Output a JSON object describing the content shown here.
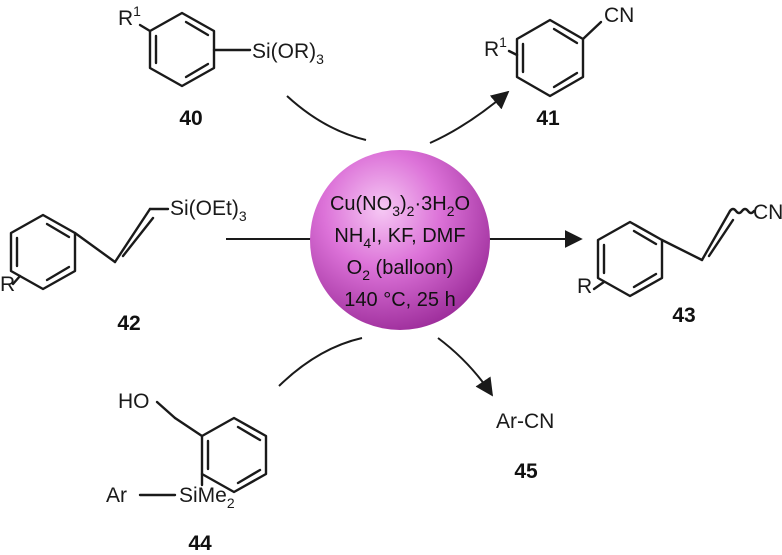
{
  "compounds": {
    "c40": {
      "number": "40",
      "r_group": "R",
      "r_sup": "1",
      "si_group": "Si(OR)",
      "si_sub": "3"
    },
    "c41": {
      "number": "41",
      "r_group": "R",
      "r_sup": "1",
      "cn_group": "CN"
    },
    "c42": {
      "number": "42",
      "r_group": "R",
      "si_group": "Si(OEt)",
      "si_sub": "3"
    },
    "c43": {
      "number": "43",
      "r_group": "R",
      "cn_group": "CN"
    },
    "c44": {
      "number": "44",
      "oh_group": "HO",
      "aryl": "Ar",
      "si_group": "SiMe",
      "si_sub": "2"
    },
    "c45": {
      "number": "45",
      "product": "Ar-CN"
    }
  },
  "conditions": {
    "line1_a": "Cu(NO",
    "line1_sub1": "3",
    "line1_b": ")",
    "line1_sub2": "2",
    "line1_c": "·3H",
    "line1_sub3": "2",
    "line1_d": "O",
    "line2_a": "NH",
    "line2_sub": "4",
    "line2_b": "I, KF, DMF",
    "line3_a": "O",
    "line3_sub": "2",
    "line3_b": " (balloon)",
    "line4": "140 °C, 25 h"
  },
  "colors": {
    "sphere_light": "#f6c8f4",
    "sphere_mid": "#d86ad4",
    "sphere_dark": "#9a2a98",
    "ink": "#1a1a1a"
  }
}
